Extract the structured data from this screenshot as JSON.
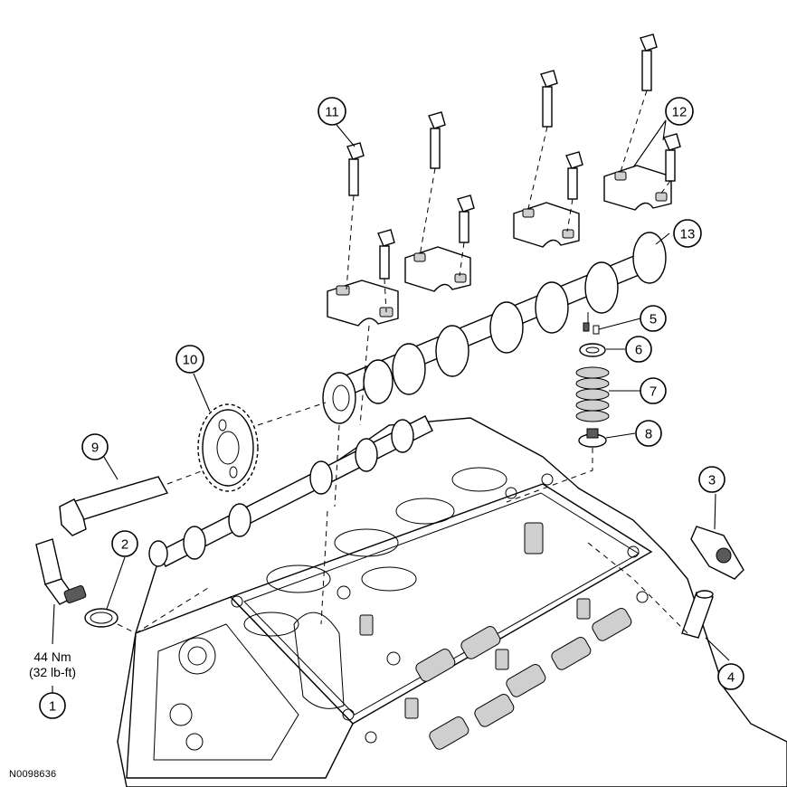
{
  "figure": {
    "id_label": "N0098636",
    "torque": {
      "metric": "44 Nm",
      "imperial": "(32 lb-ft)"
    },
    "callouts": [
      "1",
      "2",
      "3",
      "4",
      "5",
      "6",
      "7",
      "8",
      "9",
      "10",
      "11",
      "12",
      "13"
    ]
  }
}
